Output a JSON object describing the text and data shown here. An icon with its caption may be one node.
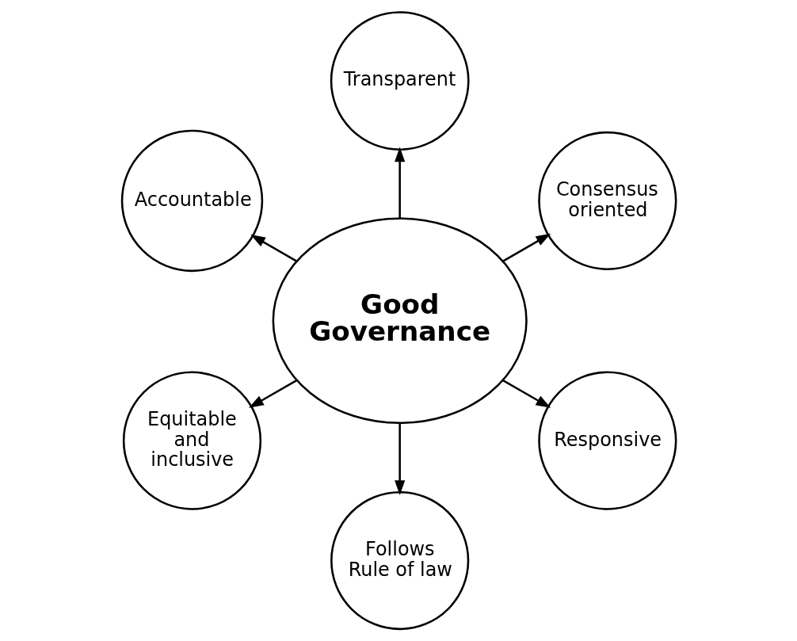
{
  "diagram": {
    "nodes": [
      {
        "text": [
          "Good Governance"
        ]
      },
      {
        "text": [
          "Consensus oriented"
        ]
      },
      {
        "text": [
          "Transparent"
        ]
      },
      {
        "text": [
          "Accountable"
        ]
      },
      {
        "text": [
          "Equitable and inclusive"
        ]
      },
      {
        "text": [
          "Follows Rule of law"
        ]
      },
      {
        "text": [
          "Responsive"
        ]
      }
    ],
    "edges": [
      {
        "from": 0,
        "to": 1,
        "arrow": "to"
      },
      {
        "from": 0,
        "to": 2,
        "arrow": "to"
      },
      {
        "from": 0,
        "to": 3,
        "arrow": "to"
      },
      {
        "from": 0,
        "to": 4,
        "arrow": "to"
      },
      {
        "from": 0,
        "to": 5,
        "arrow": "to"
      },
      {
        "from": 0,
        "to": 6,
        "arrow": "to"
      }
    ]
  }
}
